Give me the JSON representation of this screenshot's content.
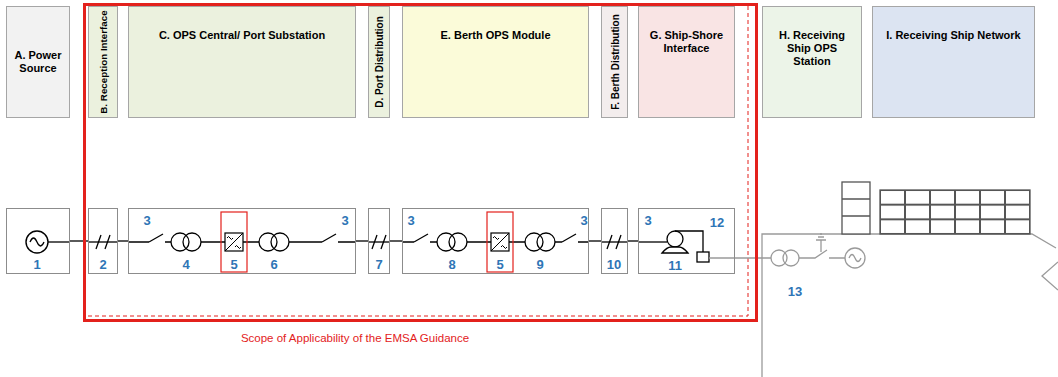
{
  "diagram": {
    "nodes": [
      {
        "text": [
          "Scope of Applicability of the EMSA Guidance"
        ]
      },
      {
        "text": [
          "A. Power Source"
        ]
      },
      {
        "text": [
          "B. Reception Interface"
        ],
        "in": 0
      },
      {
        "text": [
          "C. OPS Central/ Port Substation"
        ],
        "in": 0
      },
      {
        "text": [
          "D. Port Distribution"
        ],
        "in": 0
      },
      {
        "text": [
          "E. Berth OPS Module"
        ],
        "in": 0
      },
      {
        "text": [
          "F. Berth Distribution"
        ],
        "in": 0
      },
      {
        "text": [
          "G. Ship-Shore Interface"
        ],
        "in": 0
      },
      {
        "text": [
          "H. Receiving Ship OPS Station"
        ]
      },
      {
        "text": [
          "I. Receiving Ship Network"
        ]
      },
      {
        "text": [
          "1"
        ]
      },
      {
        "text": [
          "2"
        ],
        "in": 0
      },
      {
        "text": [
          "3",
          "4",
          "5",
          "6",
          "3"
        ],
        "in": 0
      },
      {
        "text": [
          "7"
        ],
        "in": 0
      },
      {
        "text": [
          "3",
          "8",
          "5",
          "9",
          "3"
        ],
        "in": 0
      },
      {
        "text": [
          "10"
        ],
        "in": 0
      },
      {
        "text": [
          "3",
          "11"
        ],
        "in": 0
      }
    ],
    "edges": [
      {
        "from": 10,
        "to": 11,
        "arrow": "none"
      },
      {
        "from": 11,
        "to": 12,
        "arrow": "none"
      },
      {
        "from": 12,
        "to": 13,
        "arrow": "none"
      },
      {
        "from": 13,
        "to": 14,
        "arrow": "none"
      },
      {
        "from": 14,
        "to": 15,
        "arrow": "none"
      },
      {
        "from": 15,
        "to": 16,
        "arrow": "none"
      }
    ],
    "labels": [
      "12",
      "13"
    ]
  }
}
